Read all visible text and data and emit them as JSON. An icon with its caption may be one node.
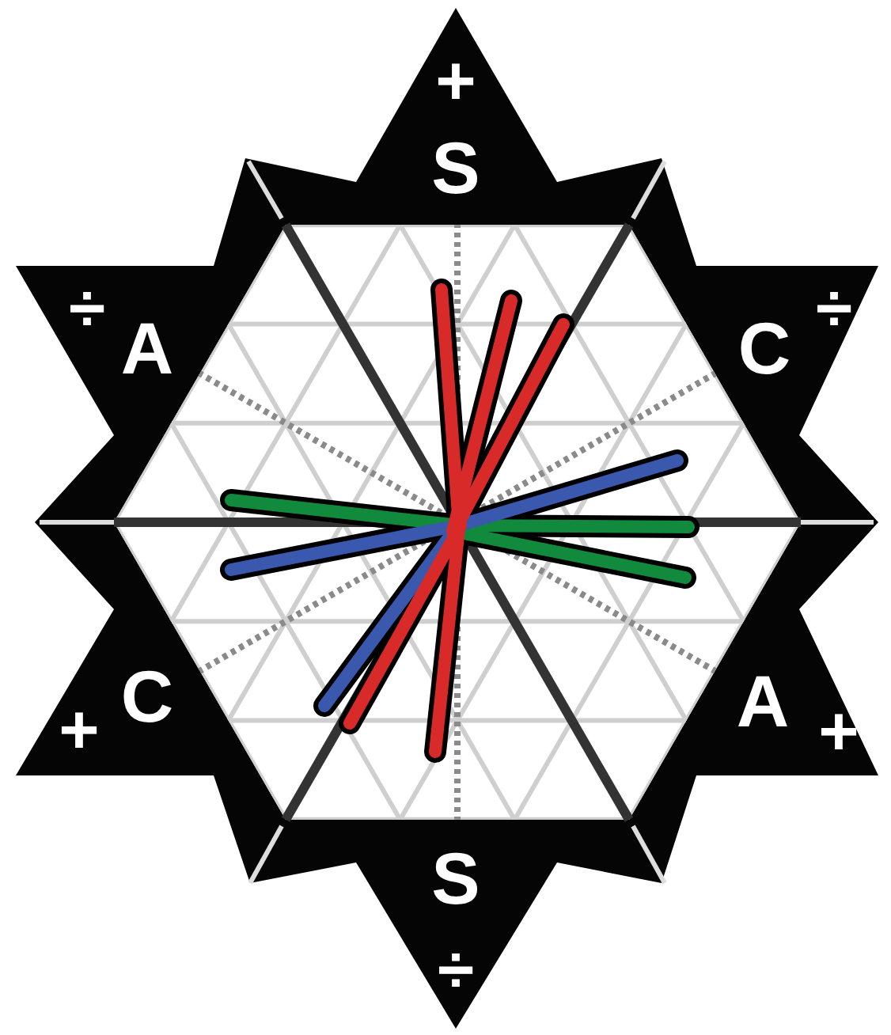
{
  "diagram": {
    "labels": [
      "+",
      "S",
      "÷",
      "A",
      "C",
      "÷",
      "C",
      "+",
      "A",
      "+",
      "S",
      "÷"
    ]
  }
}
